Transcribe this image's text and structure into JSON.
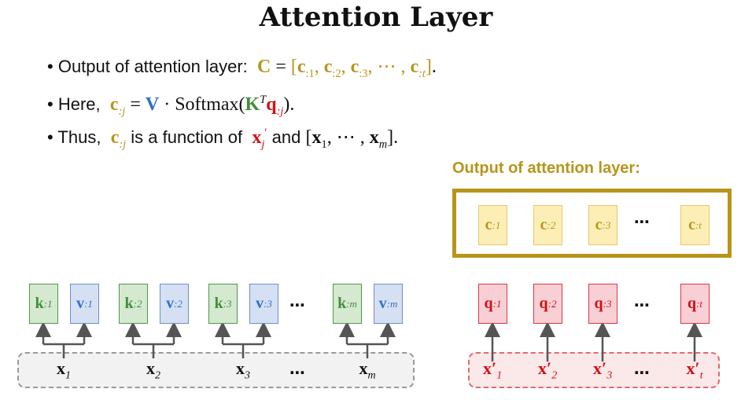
{
  "title": "Attention Layer",
  "bullets": [
    {
      "text": "Output of attention layer:",
      "math": "C = [c:1, c:2, c:3, ⋯, c:t]."
    },
    {
      "text": "Here,",
      "math": "c:j = V · Softmax(KT q:j)."
    },
    {
      "text_before": "Thus,",
      "math_cj": "c:j",
      "text_mid": "is a function of",
      "math_xj": "x′j",
      "text_and": "and",
      "math_x": "[x1, ⋯, xm]."
    }
  ],
  "output_box": {
    "label": "Output of attention layer:",
    "items": [
      {
        "base": "c",
        "sub": ":1"
      },
      {
        "base": "c",
        "sub": ":2"
      },
      {
        "base": "c",
        "sub": ":3"
      },
      {
        "base": "c",
        "sub": ":t"
      }
    ],
    "ellipsis": "⋯"
  },
  "kv_groups": [
    {
      "k": {
        "base": "k",
        "sub": ":1"
      },
      "v": {
        "base": "v",
        "sub": ":1"
      },
      "x": {
        "base": "x",
        "sub": "1"
      }
    },
    {
      "k": {
        "base": "k",
        "sub": ":2"
      },
      "v": {
        "base": "v",
        "sub": ":2"
      },
      "x": {
        "base": "x",
        "sub": "2"
      }
    },
    {
      "k": {
        "base": "k",
        "sub": ":3"
      },
      "v": {
        "base": "v",
        "sub": ":3"
      },
      "x": {
        "base": "x",
        "sub": "3"
      }
    },
    {
      "k": {
        "base": "k",
        "sub": ":m"
      },
      "v": {
        "base": "v",
        "sub": ":m"
      },
      "x": {
        "base": "x",
        "sub": "m"
      }
    }
  ],
  "q_items": [
    {
      "q": {
        "base": "q",
        "sub": ":1"
      },
      "x": {
        "base": "x′",
        "sub": "1"
      }
    },
    {
      "q": {
        "base": "q",
        "sub": ":2"
      },
      "x": {
        "base": "x′",
        "sub": "2"
      }
    },
    {
      "q": {
        "base": "q",
        "sub": ":3"
      },
      "x": {
        "base": "x′",
        "sub": "3"
      }
    },
    {
      "q": {
        "base": "q",
        "sub": ":t"
      },
      "x": {
        "base": "x′",
        "sub": "t"
      }
    }
  ],
  "ellipsis": "⋯",
  "colors": {
    "gold": "#b8941a",
    "key_green": "#3f8f3a",
    "value_blue": "#2f6fcf",
    "query_red": "#d40f14"
  }
}
